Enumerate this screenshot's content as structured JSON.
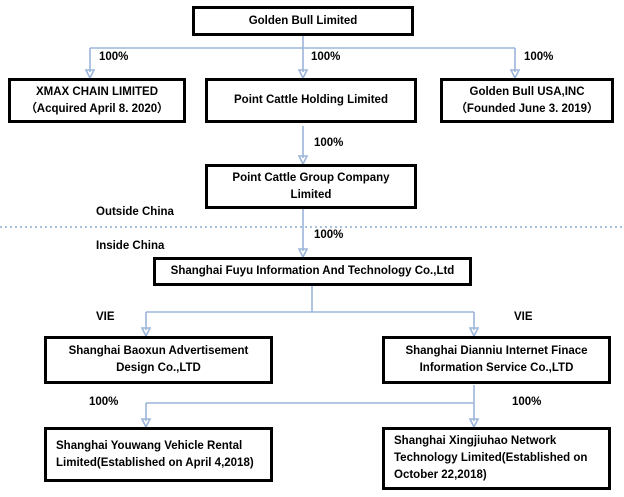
{
  "diagram": {
    "title": "Golden Bull Limited corporate structure chart",
    "colors": {
      "box_border": "#000000",
      "connector": "#9CB6DA",
      "divider": "#9CB6DA",
      "background": "#ffffff",
      "text": "#000000"
    },
    "zones": {
      "outside_label": "Outside China",
      "inside_label": "Inside China"
    },
    "nodes": [
      {
        "id": "golden-bull-limited",
        "label": "Golden Bull Limited"
      },
      {
        "id": "xmax-chain-limited",
        "line1": "XMAX CHAIN LIMITED",
        "line2": "（Acquired April 8. 2020）"
      },
      {
        "id": "point-cattle-holding-limited",
        "label": "Point Cattle Holding Limited"
      },
      {
        "id": "golden-bull-usa-inc",
        "line1": "Golden Bull USA,INC",
        "line2": "（Founded June 3. 2019）"
      },
      {
        "id": "point-cattle-group-company-limited",
        "line1": "Point Cattle Group Company",
        "line2": "Limited"
      },
      {
        "id": "shanghai-fuyu",
        "label": "Shanghai Fuyu Information And Technology Co.,Ltd"
      },
      {
        "id": "shanghai-baoxun",
        "line1": "Shanghai Baoxun Advertisement",
        "line2": "Design Co.,LTD"
      },
      {
        "id": "shanghai-dianniu",
        "line1": "Shanghai Dianniu Internet Finace",
        "line2": "Information Service Co.,LTD"
      },
      {
        "id": "shanghai-youwang",
        "line1": "Shanghai Youwang Vehicle Rental",
        "line2": "Limited(Established on April 4,2018)"
      },
      {
        "id": "shanghai-xingjiuhao",
        "line1": "Shanghai Xingjiuhao Network",
        "line2": "Technology Limited(Established on",
        "line3": "October 22,2018)"
      }
    ],
    "edges": [
      {
        "id": "gbl-to-xmax",
        "label": "100%"
      },
      {
        "id": "gbl-to-point-cattle-holding",
        "label": "100%"
      },
      {
        "id": "gbl-to-golden-bull-usa",
        "label": "100%"
      },
      {
        "id": "holding-to-group",
        "label": "100%"
      },
      {
        "id": "group-to-fuyu",
        "label": "100%"
      },
      {
        "id": "fuyu-to-baoxun",
        "label": "VIE"
      },
      {
        "id": "fuyu-to-dianniu",
        "label": "VIE"
      },
      {
        "id": "dianniu-to-youwang",
        "label": "100%"
      },
      {
        "id": "dianniu-to-xingjiuhao",
        "label": "100%"
      }
    ]
  }
}
